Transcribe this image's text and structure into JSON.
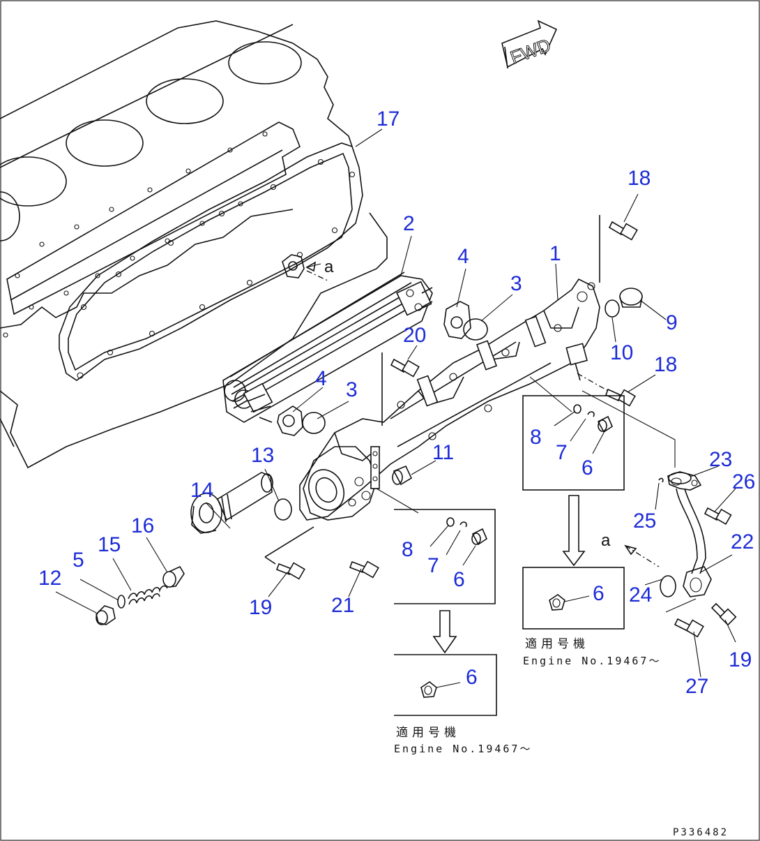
{
  "diagram": {
    "fwd_label": "FWD",
    "drawing_code": "P336482",
    "ref_a": "a",
    "callouts": [
      "17",
      "2",
      "4",
      "3",
      "1",
      "18",
      "9",
      "10",
      "18",
      "20",
      "4",
      "3",
      "11",
      "8",
      "7",
      "6",
      "13",
      "14",
      "16",
      "15",
      "5",
      "12",
      "8",
      "7",
      "6",
      "19",
      "21",
      "6",
      "6",
      "23",
      "26",
      "25",
      "22",
      "24",
      "19",
      "27"
    ],
    "notes": {
      "applicable_jp": "適用号機",
      "engine_no": "Engine No.19467〜"
    }
  }
}
